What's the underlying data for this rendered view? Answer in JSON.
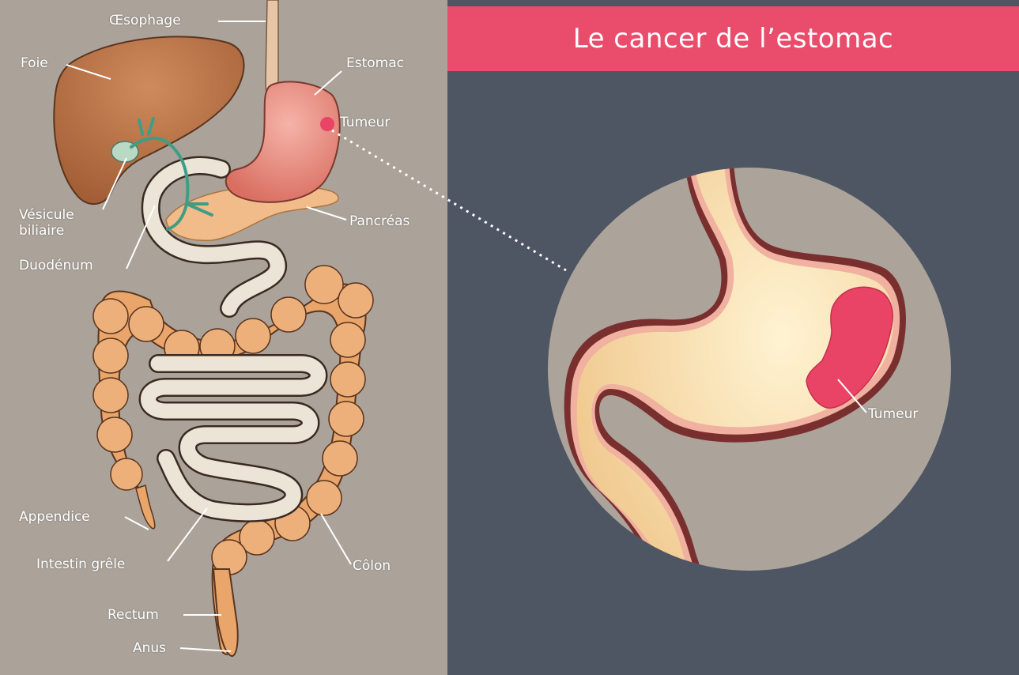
{
  "title": "Le cancer de l’estomac",
  "colors": {
    "left_background": "#aba39a",
    "right_background": "#4d5662",
    "title_bar": "#ea4c6c",
    "tumor": "#e94466",
    "stomach": "#e8857a",
    "liver": "#b97246",
    "pancreas": "#f2bb8a",
    "colon": "#e9a56a",
    "small_intestine": "#ece4d7",
    "bile_duct": "#3f9d86"
  },
  "anatomy_labels": {
    "oesophagus": "Œsophage",
    "liver": "Foie",
    "stomach": "Estomac",
    "tumor": "Tumeur",
    "gallbladder": "Vésicule\nbiliaire",
    "pancreas": "Pancréas",
    "duodenum": "Duodénum",
    "appendix": "Appendice",
    "small_intestine": "Intestin grêle",
    "colon": "Côlon",
    "rectum": "Rectum",
    "anus": "Anus"
  },
  "zoom_labels": {
    "tumor": "Tumeur"
  }
}
